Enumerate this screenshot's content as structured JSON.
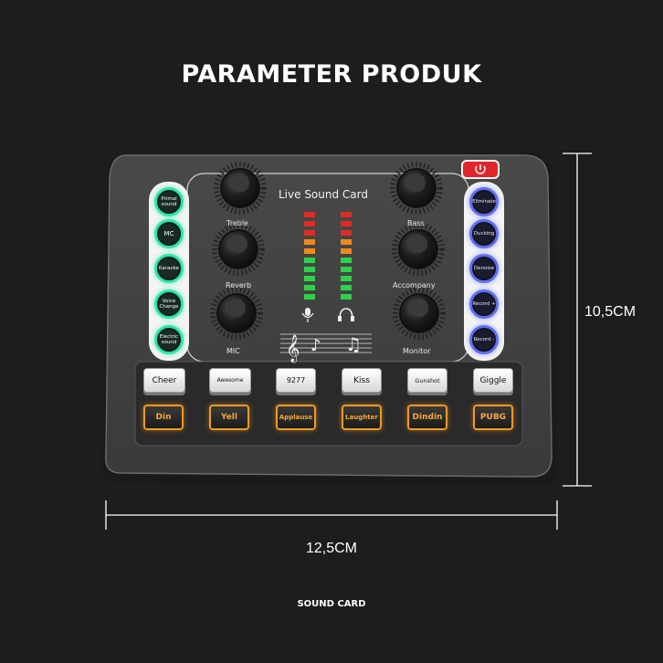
{
  "heading": "PARAMETER PRODUK",
  "caption": "SOUND CARD",
  "dimensions": {
    "width": "12,5CM",
    "height": "10,5CM"
  },
  "device": {
    "brand": "Live Sound Card",
    "knobs": {
      "treble": "Treble",
      "reverb": "Reverb",
      "mic": "MIC",
      "bass": "Bass",
      "accompany": "Accompany",
      "monitor": "Monitor"
    },
    "left_buttons": [
      "Primal sound",
      "MC",
      "Karaoke",
      "Voice Change",
      "Electric sound"
    ],
    "right_buttons": [
      "Eliminate",
      "Ducking",
      "Denoise",
      "Record +",
      "Record -"
    ],
    "top_keys": [
      "Cheer",
      "Awesome",
      "9277",
      "Kiss",
      "Gunshot",
      "Giggle"
    ],
    "bottom_keys": [
      "Din",
      "Yell",
      "Applause",
      "Laughter",
      "Dindin",
      "PUBG"
    ],
    "colors": {
      "green_ring": "#2ce6a8",
      "blue_ring": "#5f6ff0",
      "orange_key": "#f39a1e",
      "power": "#e0262b"
    }
  }
}
